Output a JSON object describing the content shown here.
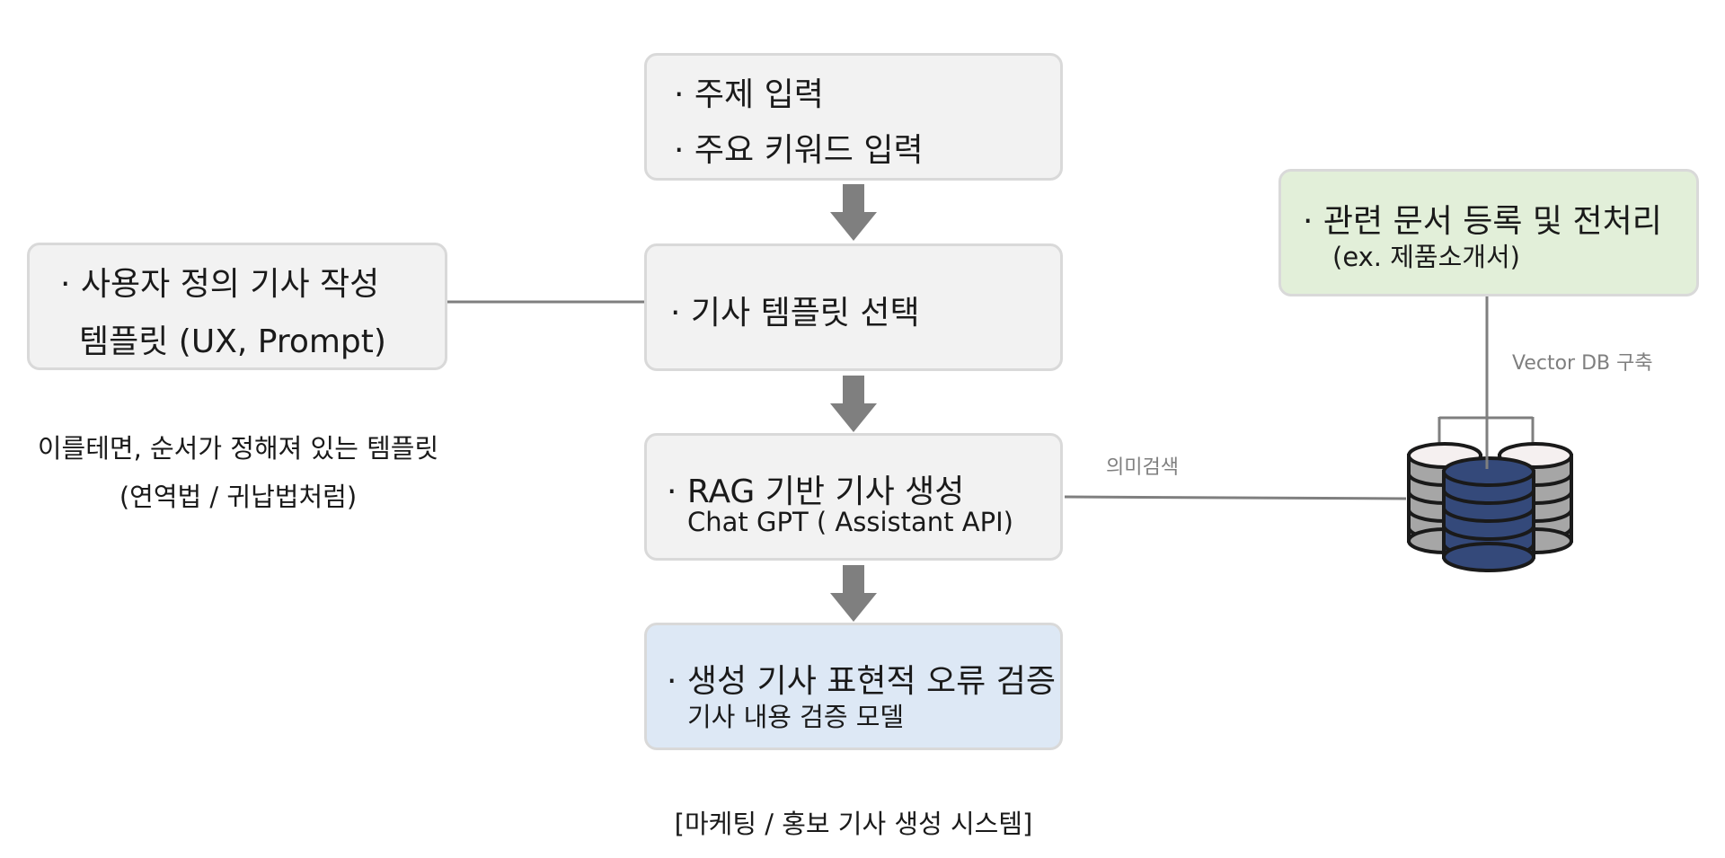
{
  "diagram": {
    "caption": "[마케팅 / 홍보 기사 생성 시스템]",
    "main_flow": [
      {
        "lines": [
          "· 주제 입력",
          "· 주요 키워드 입력"
        ]
      },
      {
        "lines": [
          "· 기사 템플릿 선택"
        ]
      },
      {
        "title": "· RAG 기반 기사 생성",
        "subtitle": "Chat GPT ( Assistant API)"
      },
      {
        "title": "· 생성 기사 표현적 오류 검증",
        "subtitle": "기사 내용 검증 모델"
      }
    ],
    "template_box": {
      "lines": [
        "· 사용자 정의 기사 작성",
        "템플릿 (UX, Prompt)"
      ],
      "note_lines": [
        "이를테면, 순서가 정해져 있는 템플릿",
        "(연역법 / 귀납법처럼)"
      ]
    },
    "document_box": {
      "title": "· 관련 문서 등록 및 전처리",
      "subtitle": "(ex. 제품소개서)"
    },
    "edge_labels": {
      "vector_db": "Vector DB 구축",
      "semantic_search": "의미검색"
    },
    "icons": [
      "database-icon"
    ],
    "colors": {
      "box_fill": "#f2f2f2",
      "box_border": "#d9d9d9",
      "document_fill": "#e2efd9",
      "verify_fill": "#dde8f5",
      "arrow": "#7f7f7f",
      "db_front": "#34497a"
    }
  }
}
